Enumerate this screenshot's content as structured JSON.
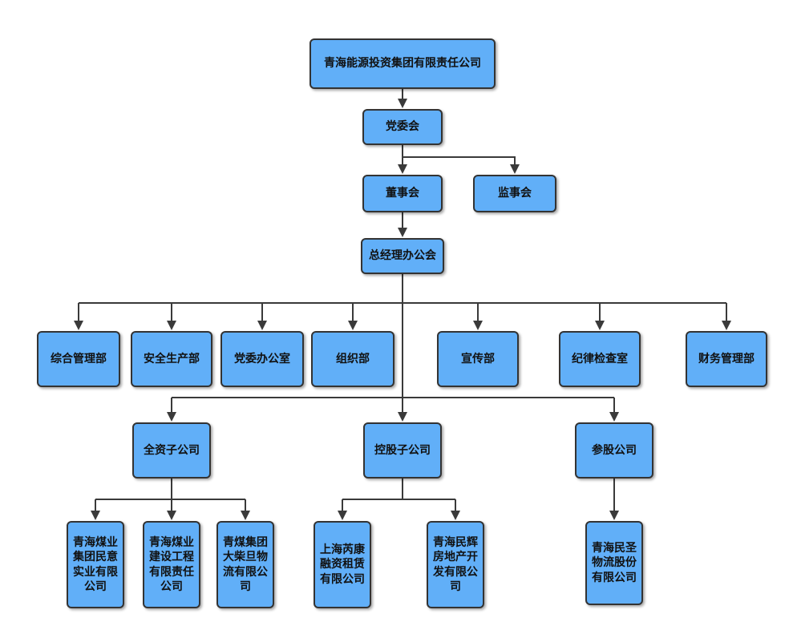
{
  "diagram": {
    "type": "org-chart",
    "colors": {
      "node_fill": "#61aff8",
      "node_border": "#333333",
      "connector": "#3a3a3a",
      "text": "#111111",
      "background": "#ffffff"
    },
    "nodes": {
      "root": {
        "label": "青海能源投资集团有限责任公司"
      },
      "party_committee": {
        "label": "党委会"
      },
      "board": {
        "label": "董事会"
      },
      "supervisory": {
        "label": "监事会"
      },
      "gm_office": {
        "label": "总经理办公会"
      },
      "dept_general": {
        "label": "综合管理部"
      },
      "dept_safety": {
        "label": "安全生产部"
      },
      "dept_party_office": {
        "label": "党委办公室"
      },
      "dept_organization": {
        "label": "组织部"
      },
      "dept_publicity": {
        "label": "宣传部"
      },
      "dept_discipline": {
        "label": "纪律检查室"
      },
      "dept_finance": {
        "label": "财务管理部"
      },
      "group_wholly_owned": {
        "label": "全资子公司"
      },
      "group_holding": {
        "label": "控股子公司"
      },
      "group_equity": {
        "label": "参股公司"
      },
      "co_minyi": {
        "label": "青海煤业集团民意实业有限公司"
      },
      "co_construction": {
        "label": "青海煤业建设工程有限责任公司"
      },
      "co_dachaidan": {
        "label": "青煤集团大柴旦物流有限公司"
      },
      "co_ruikang": {
        "label": "上海芮康融资租赁有限公司"
      },
      "co_minhui": {
        "label": "青海民辉房地产开发有限公司"
      },
      "co_minsheng": {
        "label": "青海民圣物流股份有限公司"
      }
    },
    "edges": [
      {
        "from": "root",
        "to": "party_committee"
      },
      {
        "from": "party_committee",
        "to": "board"
      },
      {
        "from": "party_committee",
        "to": "supervisory"
      },
      {
        "from": "board",
        "to": "gm_office"
      },
      {
        "from": "gm_office",
        "to": "dept_general"
      },
      {
        "from": "gm_office",
        "to": "dept_safety"
      },
      {
        "from": "gm_office",
        "to": "dept_party_office"
      },
      {
        "from": "gm_office",
        "to": "dept_organization"
      },
      {
        "from": "gm_office",
        "to": "dept_publicity"
      },
      {
        "from": "gm_office",
        "to": "dept_discipline"
      },
      {
        "from": "gm_office",
        "to": "dept_finance"
      },
      {
        "from": "gm_office",
        "to": "group_wholly_owned"
      },
      {
        "from": "gm_office",
        "to": "group_holding"
      },
      {
        "from": "gm_office",
        "to": "group_equity"
      },
      {
        "from": "group_wholly_owned",
        "to": "co_minyi"
      },
      {
        "from": "group_wholly_owned",
        "to": "co_construction"
      },
      {
        "from": "group_wholly_owned",
        "to": "co_dachaidan"
      },
      {
        "from": "group_holding",
        "to": "co_ruikang"
      },
      {
        "from": "group_holding",
        "to": "co_minhui"
      },
      {
        "from": "group_equity",
        "to": "co_minsheng"
      }
    ]
  }
}
